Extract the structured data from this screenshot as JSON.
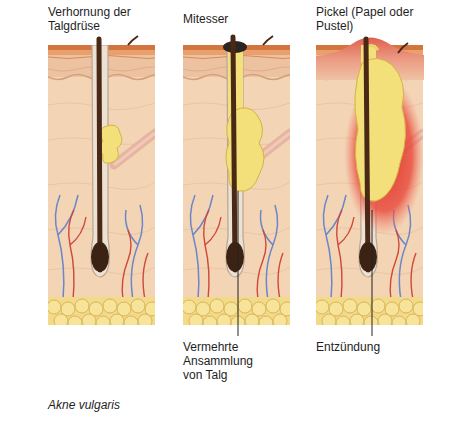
{
  "diagram": {
    "caption": "Akne vulgaris",
    "labels": [
      "Verhornung der Talgdrüse",
      "Mitesser",
      "Pickel (Papel oder Pustel)",
      "Vermehrte Ansammlung von Talg",
      "Entzündung"
    ]
  }
}
